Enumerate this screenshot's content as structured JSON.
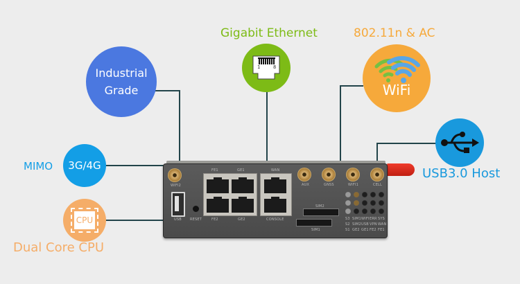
{
  "colors": {
    "background": "#ededed",
    "connector_line": "#22444a",
    "industrial": "#4b78e0",
    "gigabit": "#7dbb16",
    "wifi_circle": "#f6a93b",
    "wifi_label": "#f6a93b",
    "usb": "#1999dd",
    "mimo": "#139ee6",
    "cpu": "#f5ad68"
  },
  "features": {
    "industrial": {
      "line1": "Industrial",
      "line2": "Grade"
    },
    "gigabit": {
      "label": "Gigabit Ethernet",
      "icon_pin_left": "1",
      "icon_pin_right": "8"
    },
    "wifi": {
      "label": "802.11n & AC",
      "icon_text": "WiFi"
    },
    "usb": {
      "label": "USB3.0 Host"
    },
    "mimo": {
      "label": "MIMO",
      "circle_text": "3G/4G"
    },
    "cpu": {
      "label": "Dual Core CPU",
      "icon_text": "CPU"
    }
  },
  "router": {
    "antenna_labels": [
      "WIFI2",
      "AUX",
      "GNSS",
      "WIFI1",
      "CELL"
    ],
    "port_labels": {
      "fe1": "FE1",
      "ge1": "GE1",
      "wan": "WAN",
      "fe2": "FE2",
      "ge2": "GE2",
      "console": "CONSOLE",
      "usb": "USB",
      "reset": "RESET",
      "sim1": "SIM1",
      "sim2": "SIM2"
    },
    "led_rows": [
      [
        "S3",
        "SIM1",
        "WIFI",
        "ERR",
        "SYS"
      ],
      [
        "S2",
        "SIM2",
        "USB",
        "VPN",
        "WAN"
      ],
      [
        "S1",
        "GE2",
        "GE1",
        "FE2",
        "FE1"
      ]
    ]
  }
}
